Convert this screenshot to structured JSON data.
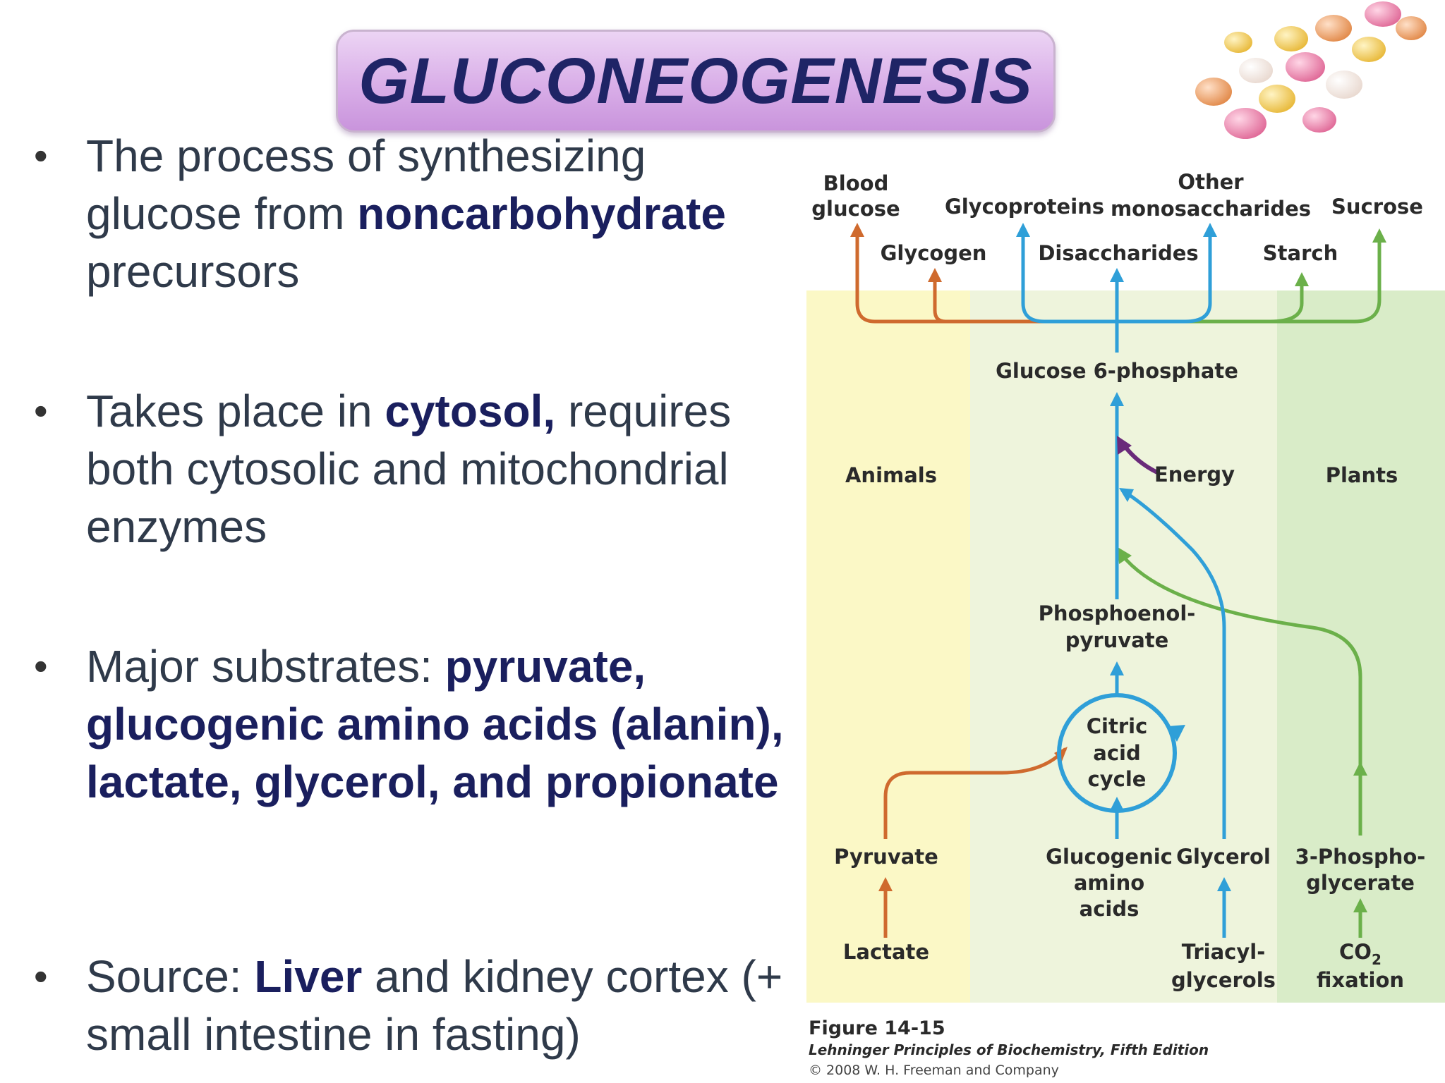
{
  "title": "GLUCONEOGENESIS",
  "bullets": [
    {
      "parts": [
        {
          "text": "The process of synthesizing glucose from ",
          "bold": false
        },
        {
          "text": "noncarbohydrate",
          "bold": true
        },
        {
          "text": " precursors",
          "bold": false
        }
      ]
    },
    {
      "parts": [
        {
          "text": "Takes place in ",
          "bold": false
        },
        {
          "text": "cytosol,",
          "bold": true
        },
        {
          "text": " requires both cytosolic and mitochondrial enzymes",
          "bold": false
        }
      ]
    },
    {
      "parts": [
        {
          "text": "Major substrates: ",
          "bold": false
        },
        {
          "text": "pyruvate, glucogenic amino acids (alanin), lactate, glycerol, and propionate",
          "bold": true
        }
      ]
    },
    {
      "parts": [
        {
          "text": "Source: ",
          "bold": false
        },
        {
          "text": "Liver",
          "bold": true
        },
        {
          "text": " and kidney cortex (+ small intestine in fasting)",
          "bold": false
        }
      ]
    }
  ],
  "diagram": {
    "top_row1": {
      "blood": "Blood",
      "glycoproteins": "Glycoproteins",
      "other": "Other",
      "sucrose": "Sucrose"
    },
    "top_row2": {
      "glucose": "glucose",
      "monosaccharides": "monosaccharides"
    },
    "top_row3": {
      "glycogen": "Glycogen",
      "disaccharides": "Disaccharides",
      "starch": "Starch"
    },
    "g6p": "Glucose 6-phosphate",
    "animals": "Animals",
    "energy": "Energy",
    "plants": "Plants",
    "pep1": "Phosphoenol-",
    "pep2": "pyruvate",
    "cycle1": "Citric",
    "cycle2": "acid",
    "cycle3": "cycle",
    "pyruvate": "Pyruvate",
    "gaa1": "Glucogenic",
    "gaa2": "amino",
    "gaa3": "acids",
    "glycerol": "Glycerol",
    "pg1": "3-Phospho-",
    "pg2": "glycerate",
    "lactate": "Lactate",
    "tri1": "Triacyl-",
    "tri2": "glycerols",
    "co2_main": "CO",
    "co2_sub": "2",
    "fixation": "fixation",
    "fig": "Figure 14-15",
    "book": "Lehninger Principles of Biochemistry, Fifth Edition",
    "copyright": "© 2008 W. H. Freeman and Company",
    "colors": {
      "animal_zone": "#fbf8c6",
      "middle_zone": "#eef4dc",
      "plant_zone": "#d9ecc8",
      "orange": "#cf6a2e",
      "blue": "#2f9fd8",
      "green": "#6bb04a",
      "purple": "#6a2a7a"
    }
  }
}
